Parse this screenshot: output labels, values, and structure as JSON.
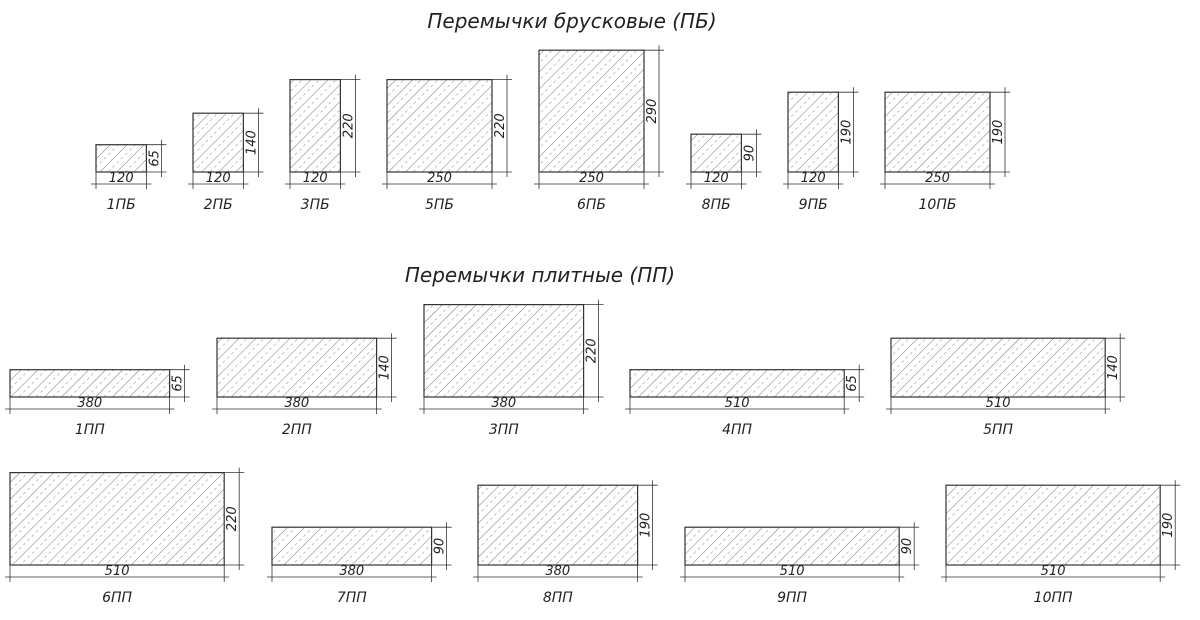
{
  "titles": {
    "pb": "Перемычки брусковые (ПБ)",
    "pp": "Перемычки плитные (ПП)"
  },
  "pb_lintels": [
    {
      "name": "1ПБ",
      "width": 120,
      "height": 65
    },
    {
      "name": "2ПБ",
      "width": 120,
      "height": 140
    },
    {
      "name": "3ПБ",
      "width": 120,
      "height": 220
    },
    {
      "name": "5ПБ",
      "width": 250,
      "height": 220
    },
    {
      "name": "6ПБ",
      "width": 250,
      "height": 290
    },
    {
      "name": "8ПБ",
      "width": 120,
      "height": 90
    },
    {
      "name": "9ПБ",
      "width": 120,
      "height": 190
    },
    {
      "name": "10ПБ",
      "width": 250,
      "height": 190
    }
  ],
  "pp_lintels": [
    {
      "name": "1ПП",
      "width": 380,
      "height": 65
    },
    {
      "name": "2ПП",
      "width": 380,
      "height": 140
    },
    {
      "name": "3ПП",
      "width": 380,
      "height": 220
    },
    {
      "name": "4ПП",
      "width": 510,
      "height": 65
    },
    {
      "name": "5ПП",
      "width": 510,
      "height": 140
    },
    {
      "name": "6ПП",
      "width": 510,
      "height": 220
    },
    {
      "name": "7ПП",
      "width": 380,
      "height": 90
    },
    {
      "name": "8ПП",
      "width": 380,
      "height": 190
    },
    {
      "name": "9ПП",
      "width": 510,
      "height": 90
    },
    {
      "name": "10ПП",
      "width": 510,
      "height": 190
    }
  ]
}
